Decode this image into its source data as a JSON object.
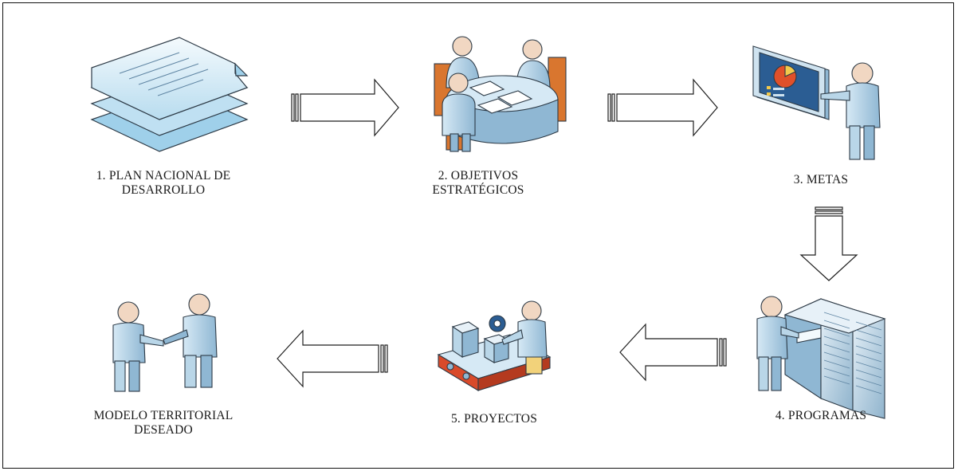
{
  "steps": [
    {
      "id": "plan",
      "label": "1. PLAN NACIONAL DE\nDESARROLLO",
      "icon": "documents-stack-icon"
    },
    {
      "id": "objetivos",
      "label": "2. OBJETIVOS\nESTRATÉGICOS",
      "icon": "meeting-table-icon"
    },
    {
      "id": "metas",
      "label": "3. METAS",
      "icon": "presentation-board-icon"
    },
    {
      "id": "programas",
      "label": "4. PROGRAMAS",
      "icon": "server-rack-icon"
    },
    {
      "id": "proyectos",
      "label": "5. PROYECTOS",
      "icon": "assembly-line-icon"
    },
    {
      "id": "modelo",
      "label": "MODELO TERRITORIAL\nDESEADO",
      "icon": "handshake-icon"
    }
  ],
  "colors": {
    "figure": "#b9d6e8",
    "figure_shade": "#8fb7d3",
    "figure_head": "#f1d7c2",
    "paper": "#dcedf7",
    "table_wood": "#d9762f",
    "screen": "#2b5d93",
    "pie": "#e0502a",
    "conveyor": "#d94a2a",
    "outline": "#2d3a46"
  }
}
